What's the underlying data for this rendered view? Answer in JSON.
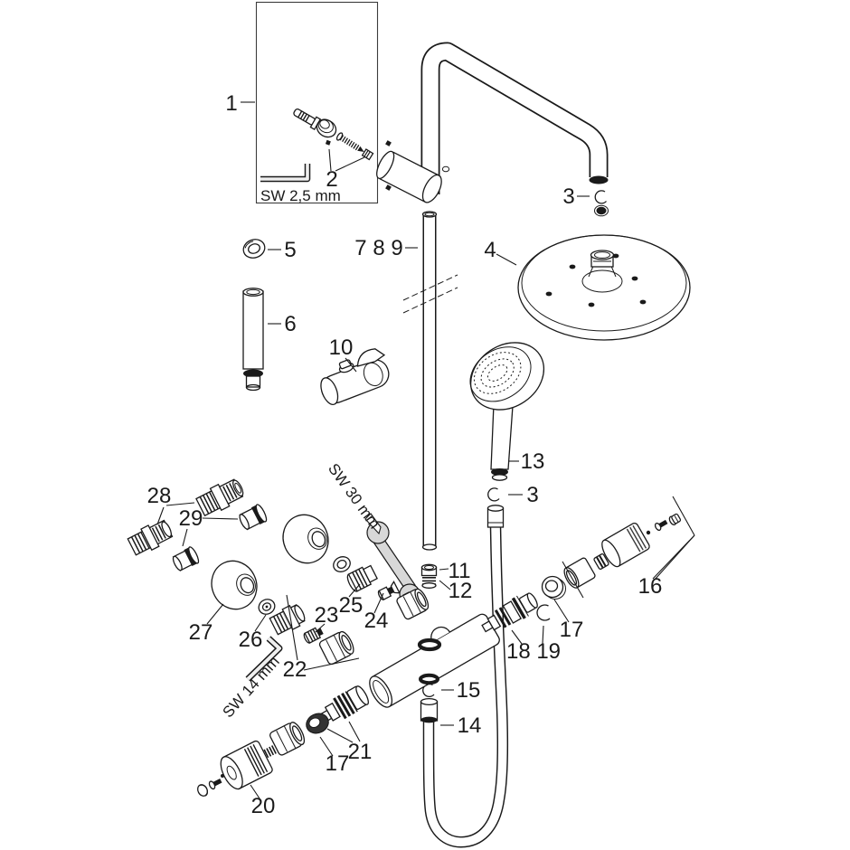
{
  "diagram_kind": "exploded-parts-diagram",
  "labels": {
    "n1": "1",
    "n2": "2",
    "n3_arm": "3",
    "n4": "4",
    "n5": "5",
    "n6": "6",
    "n789": "7 8 9",
    "n10": "10",
    "n11": "11",
    "n12": "12",
    "n13": "13",
    "n3_hand": "3",
    "n14": "14",
    "n15": "15",
    "n16": "16",
    "n17_right": "17",
    "n18_19": "18 19",
    "n20": "20",
    "n21": "21",
    "n22": "22",
    "n23": "23",
    "n24": "24",
    "n25": "25",
    "n26": "26",
    "n27": "27",
    "n28": "28",
    "n29": "29",
    "n17_bottom": "17"
  },
  "tools": {
    "allen_key_small": "SW 2,5 mm",
    "wrench": "SW 30 mm",
    "allen_key_large": "SW 14 mm"
  },
  "colors": {
    "line": "#1a1a1a",
    "background": "#ffffff",
    "tool_fill": "#d8d8d8"
  }
}
